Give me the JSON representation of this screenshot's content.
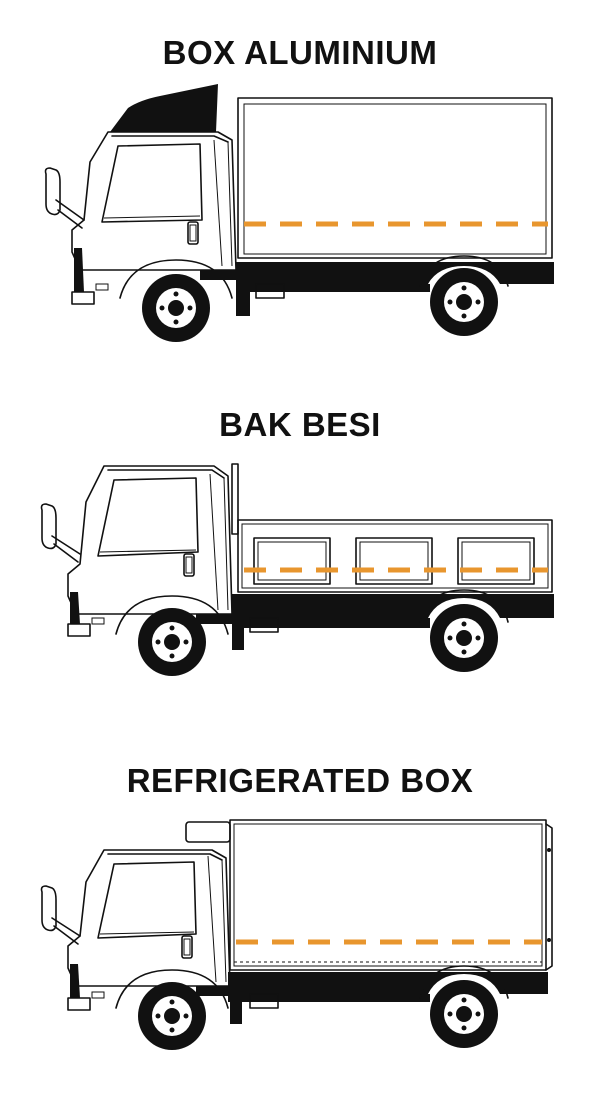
{
  "trucks": [
    {
      "title": "BOX ALUMINIUM"
    },
    {
      "title": "BAK BESI"
    },
    {
      "title": "REFRIGERATED BOX"
    }
  ],
  "colors": {
    "stripe": "#E8962E",
    "outline": "#111111"
  }
}
